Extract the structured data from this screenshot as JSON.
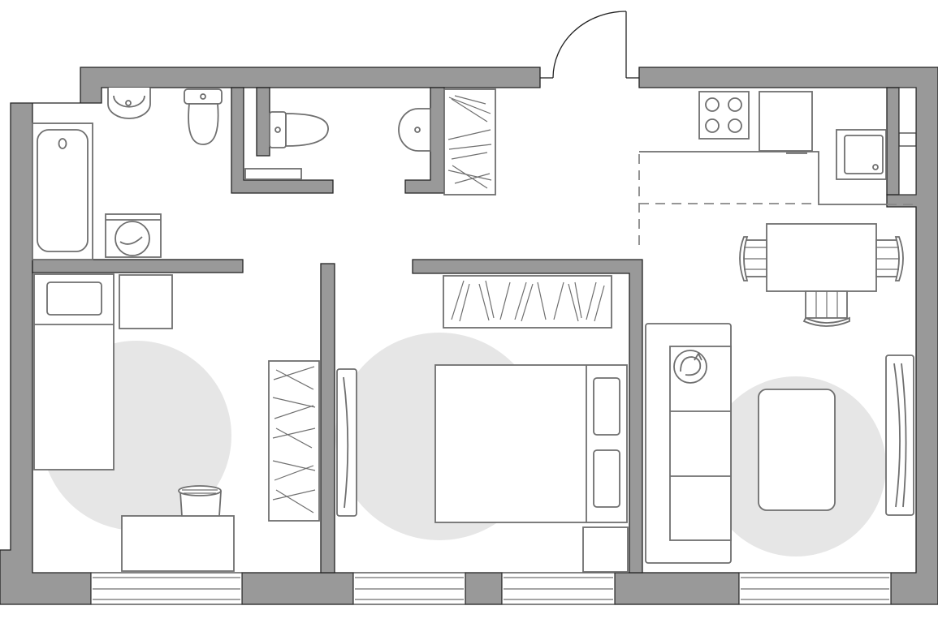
{
  "plan": {
    "type": "apartment-floor-plan",
    "rooms": [
      {
        "id": "bathroom",
        "fixtures": [
          "bathtub",
          "sink",
          "toilet",
          "washing-machine"
        ]
      },
      {
        "id": "toilet-room",
        "fixtures": [
          "toilet",
          "shelf"
        ]
      },
      {
        "id": "hallway",
        "fixtures": [
          "sink",
          "wardrobe",
          "entrance-door"
        ]
      },
      {
        "id": "kitchen-living",
        "fixtures": [
          "cooktop",
          "counter",
          "kitchen-sink",
          "dining-table",
          "chairs",
          "sofa",
          "cat",
          "rug",
          "coffee-table",
          "radiator"
        ]
      },
      {
        "id": "bedroom",
        "fixtures": [
          "double-bed",
          "nightstands",
          "wardrobe",
          "rug",
          "radiator"
        ]
      },
      {
        "id": "kids-room",
        "fixtures": [
          "single-bed",
          "nightstand",
          "wardrobe",
          "desk",
          "stool",
          "rug"
        ]
      }
    ],
    "colors": {
      "wall": "#999999",
      "outline": "#6f6f6f",
      "rug": "#e6e6e6",
      "background": "#ffffff"
    }
  }
}
